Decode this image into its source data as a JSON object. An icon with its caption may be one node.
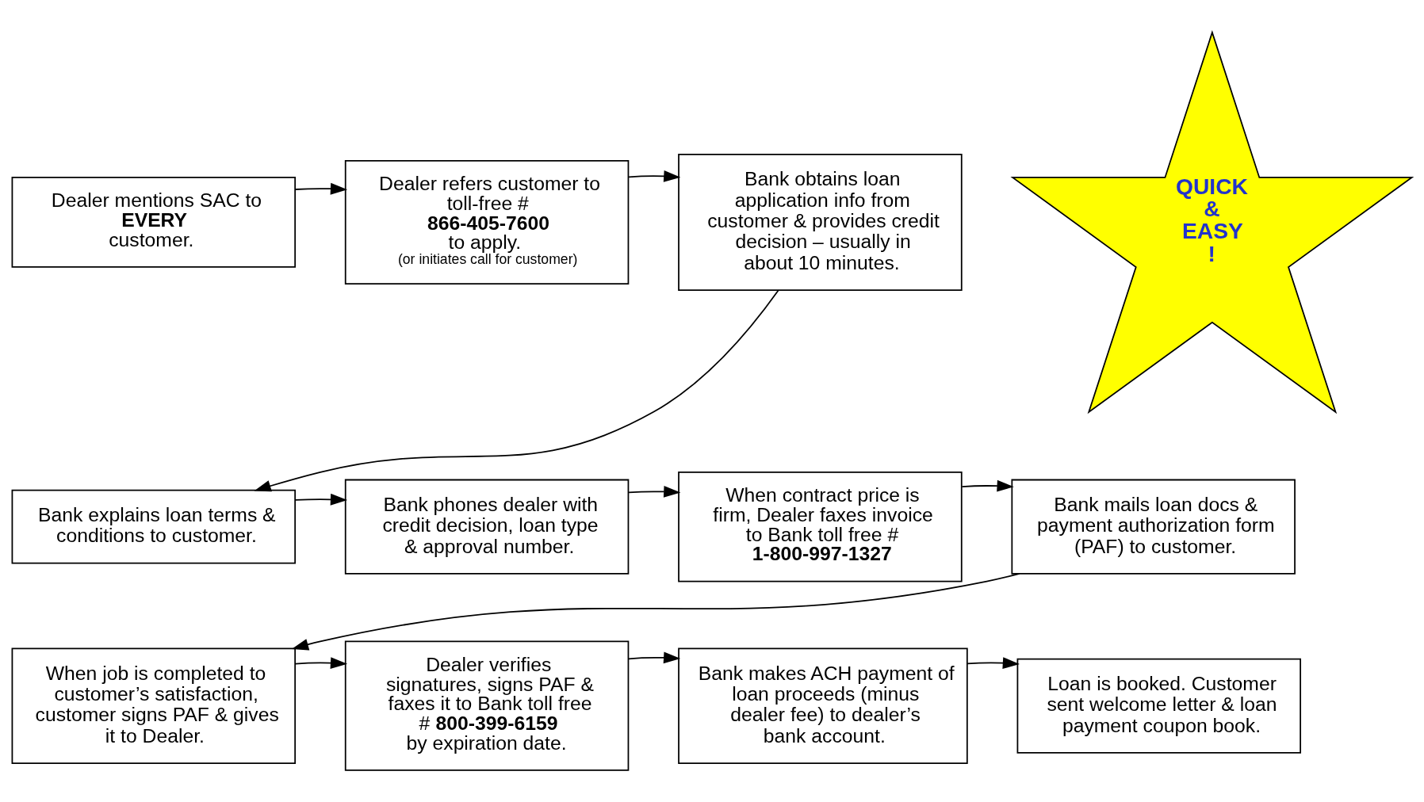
{
  "diagram": {
    "nodes": [
      {
        "text": [
          "Dealer mentions SAC to **EVERY** customer."
        ]
      },
      {
        "text": [
          "Dealer refers customer to toll-free # **866-405-7600** to apply.",
          "(or initiates call for customer)"
        ]
      },
      {
        "text": [
          "Bank obtains loan application info from customer & provides credit decision – usually in about 10 minutes."
        ]
      },
      {
        "text": [
          "QUICK & EASY !"
        ]
      },
      {
        "text": [
          "Bank explains loan terms & conditions to customer."
        ]
      },
      {
        "text": [
          "Bank phones dealer with credit decision, loan type & approval number."
        ]
      },
      {
        "text": [
          "When contract price is firm, Dealer faxes invoice to Bank toll free # **1-800-997-1327**"
        ]
      },
      {
        "text": [
          "Bank mails loan docs & payment authorization form (PAF) to customer."
        ]
      },
      {
        "text": [
          "When job is completed to customer’s satisfaction, customer signs PAF & gives it to Dealer."
        ]
      },
      {
        "text": [
          "Dealer verifies signatures, signs PAF & faxes it to Bank toll free # **800-399-6159** by expiration date."
        ]
      },
      {
        "text": [
          "Bank makes ACH payment of loan proceeds (minus dealer fee) to dealer’s bank account."
        ]
      },
      {
        "text": [
          "Loan is booked. Customer sent welcome letter & loan payment coupon book."
        ]
      }
    ],
    "edges": [
      {
        "from": 0,
        "to": 1,
        "arrow": "to"
      },
      {
        "from": 1,
        "to": 2,
        "arrow": "to"
      },
      {
        "from": 2,
        "to": 4,
        "arrow": "to"
      },
      {
        "from": 4,
        "to": 5,
        "arrow": "to"
      },
      {
        "from": 5,
        "to": 6,
        "arrow": "to"
      },
      {
        "from": 6,
        "to": 7,
        "arrow": "to"
      },
      {
        "from": 7,
        "to": 8,
        "arrow": "to"
      },
      {
        "from": 8,
        "to": 9,
        "arrow": "to"
      },
      {
        "from": 9,
        "to": 10,
        "arrow": "to"
      },
      {
        "from": 10,
        "to": 11,
        "arrow": "to"
      }
    ]
  }
}
